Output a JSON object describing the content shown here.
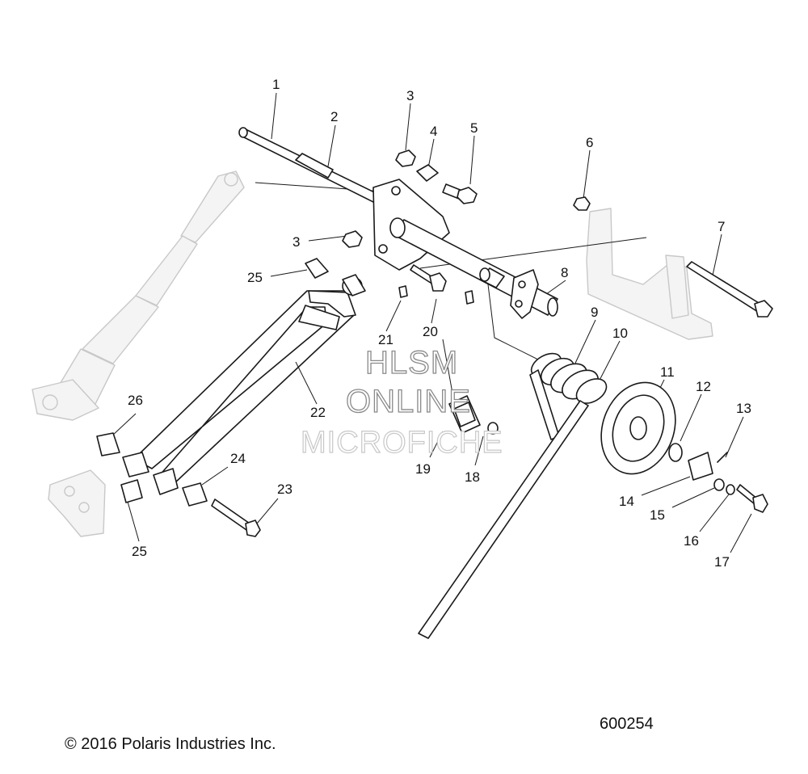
{
  "diagram": {
    "figure_number": "600254",
    "copyright": "© 2016 Polaris Industries Inc.",
    "watermark": [
      "HLSM",
      "ONLINE",
      "MICROFICHE"
    ],
    "callouts": [
      "1",
      "2",
      "3",
      "4",
      "5",
      "6",
      "3",
      "25",
      "8",
      "7",
      "21",
      "20",
      "9",
      "10",
      "11",
      "12",
      "26",
      "22",
      "13",
      "19",
      "18",
      "24",
      "23",
      "14",
      "15",
      "16",
      "25",
      "17"
    ]
  }
}
